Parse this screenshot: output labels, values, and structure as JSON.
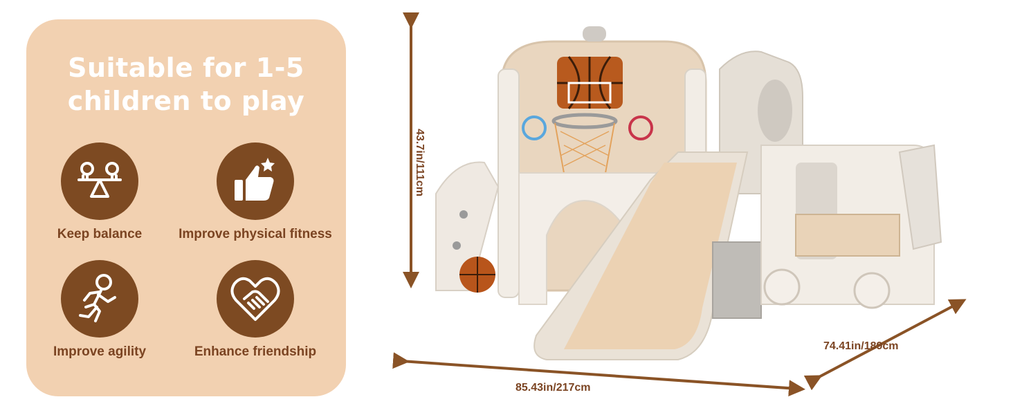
{
  "headline": {
    "line1": "Suitable for 1-5",
    "line2": "children to play"
  },
  "features": [
    {
      "icon": "seesaw-icon",
      "label": "Keep balance"
    },
    {
      "icon": "thumbs-up-star-icon",
      "label": "Improve physical fitness"
    },
    {
      "icon": "running-child-icon",
      "label": "Improve agility"
    },
    {
      "icon": "heart-handshake-icon",
      "label": "Enhance friendship"
    }
  ],
  "dimensions": {
    "height": "43.7in/111cm",
    "width": "85.43in/217cm",
    "depth": "74.41in/189cm"
  },
  "colors": {
    "panel_bg": "#f2d1b1",
    "icon_circle": "#7d4a22",
    "label_text": "#7b4422",
    "arrow": "#8a5326"
  }
}
